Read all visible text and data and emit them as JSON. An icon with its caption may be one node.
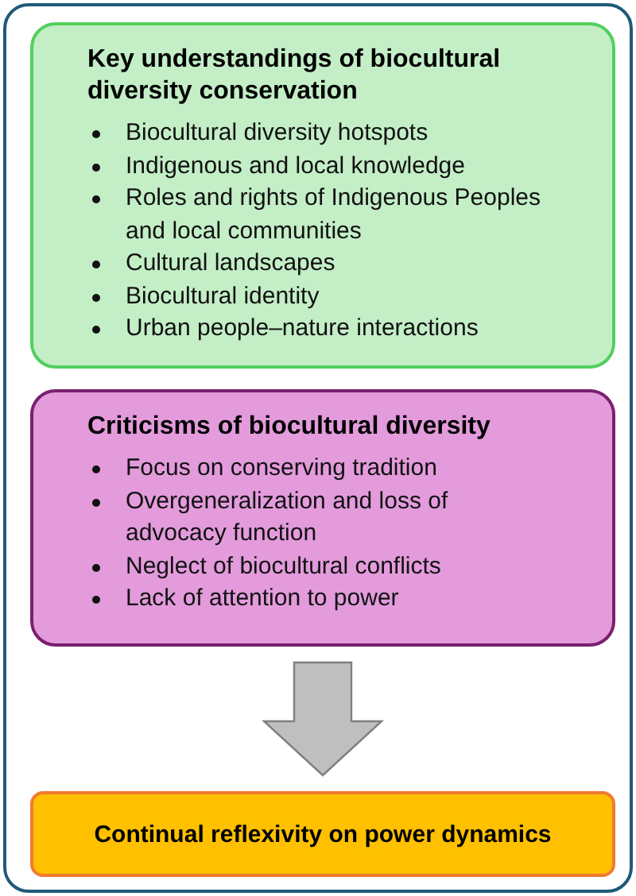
{
  "diagram": {
    "nodes": [
      {
        "text": [],
        "shape": "box"
      },
      {
        "text": [
          "Key understandings of biocultural diversity conservation",
          "Biocultural diversity hotspots",
          "Indigenous and local knowledge",
          "Roles and rights of Indigenous Peoples and local communities",
          "Cultural landscapes",
          "Biocultural identity",
          "Urban people–nature interactions"
        ],
        "in": 0
      },
      {
        "text": [
          "Criticisms of biocultural diversity",
          "Focus on conserving tradition",
          "Overgeneralization and loss of advocacy function",
          "Neglect of biocultural conflicts",
          "Lack of attention to power"
        ],
        "in": 0
      },
      {
        "text": [
          "Continual reflexivity on power dynamics"
        ],
        "in": 0
      }
    ],
    "edges": [
      {
        "from": 2,
        "to": 3,
        "arrow": "to"
      }
    ]
  }
}
